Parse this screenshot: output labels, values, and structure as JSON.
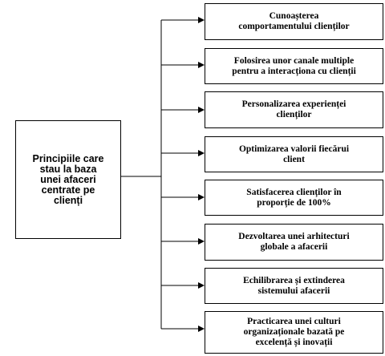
{
  "root": {
    "label": "Principiile care stau la baza unei afaceri centrate pe clienți"
  },
  "children": [
    {
      "label": "Cunoașterea\ncomportamentului clienților"
    },
    {
      "label": "Folosirea unor canale multiple\npentru a interacționa cu clienții"
    },
    {
      "label": "Personalizarea experienței\nclienților"
    },
    {
      "label": "Optimizarea valorii fiecărui\nclient"
    },
    {
      "label": "Satisfacerea clienților în\nproporție de 100%"
    },
    {
      "label": "Dezvoltarea unei arhitecturi\nglobale a afacerii"
    },
    {
      "label": "Echilibrarea și extinderea\nsistemului afacerii"
    },
    {
      "label": "Practicarea unei culturi\norganizaționale bazată pe\nexcelență și inovații"
    }
  ]
}
